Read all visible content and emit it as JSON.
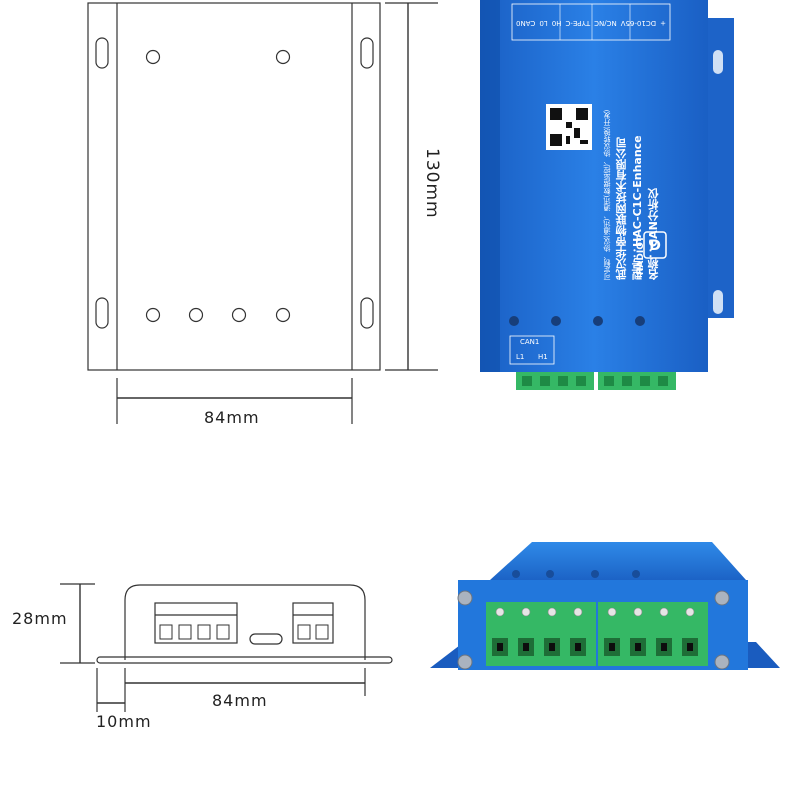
{
  "dimensions": {
    "height_top": "130mm",
    "width_top": "84mm",
    "height_side": "28mm",
    "width_side": "84mm",
    "flange": "10mm"
  },
  "device": {
    "name_line": "名称：CAN分析仪",
    "model_line": "型号：HAC-C1C-Enhance",
    "company_line": "武汉华帝物联网技术有限公司",
    "specs_line": "可定制、协议(通讯)、通讯(数据监控)、协议转换(开发)",
    "brand": "HADIOT",
    "top_labels": [
      "CAN0",
      "L0",
      "H0",
      "TYPE-C",
      "NC/NC",
      "DC10-65V",
      "+"
    ],
    "bottom_label": "CAN1",
    "bottom_pins": [
      "L1",
      "H1"
    ]
  },
  "colors": {
    "device_blue": "#1f6fd8",
    "device_blue_dark": "#0d4fa8",
    "terminal_green": "#35b865",
    "terminal_green_dark": "#1e8a45",
    "outline": "#333333"
  }
}
